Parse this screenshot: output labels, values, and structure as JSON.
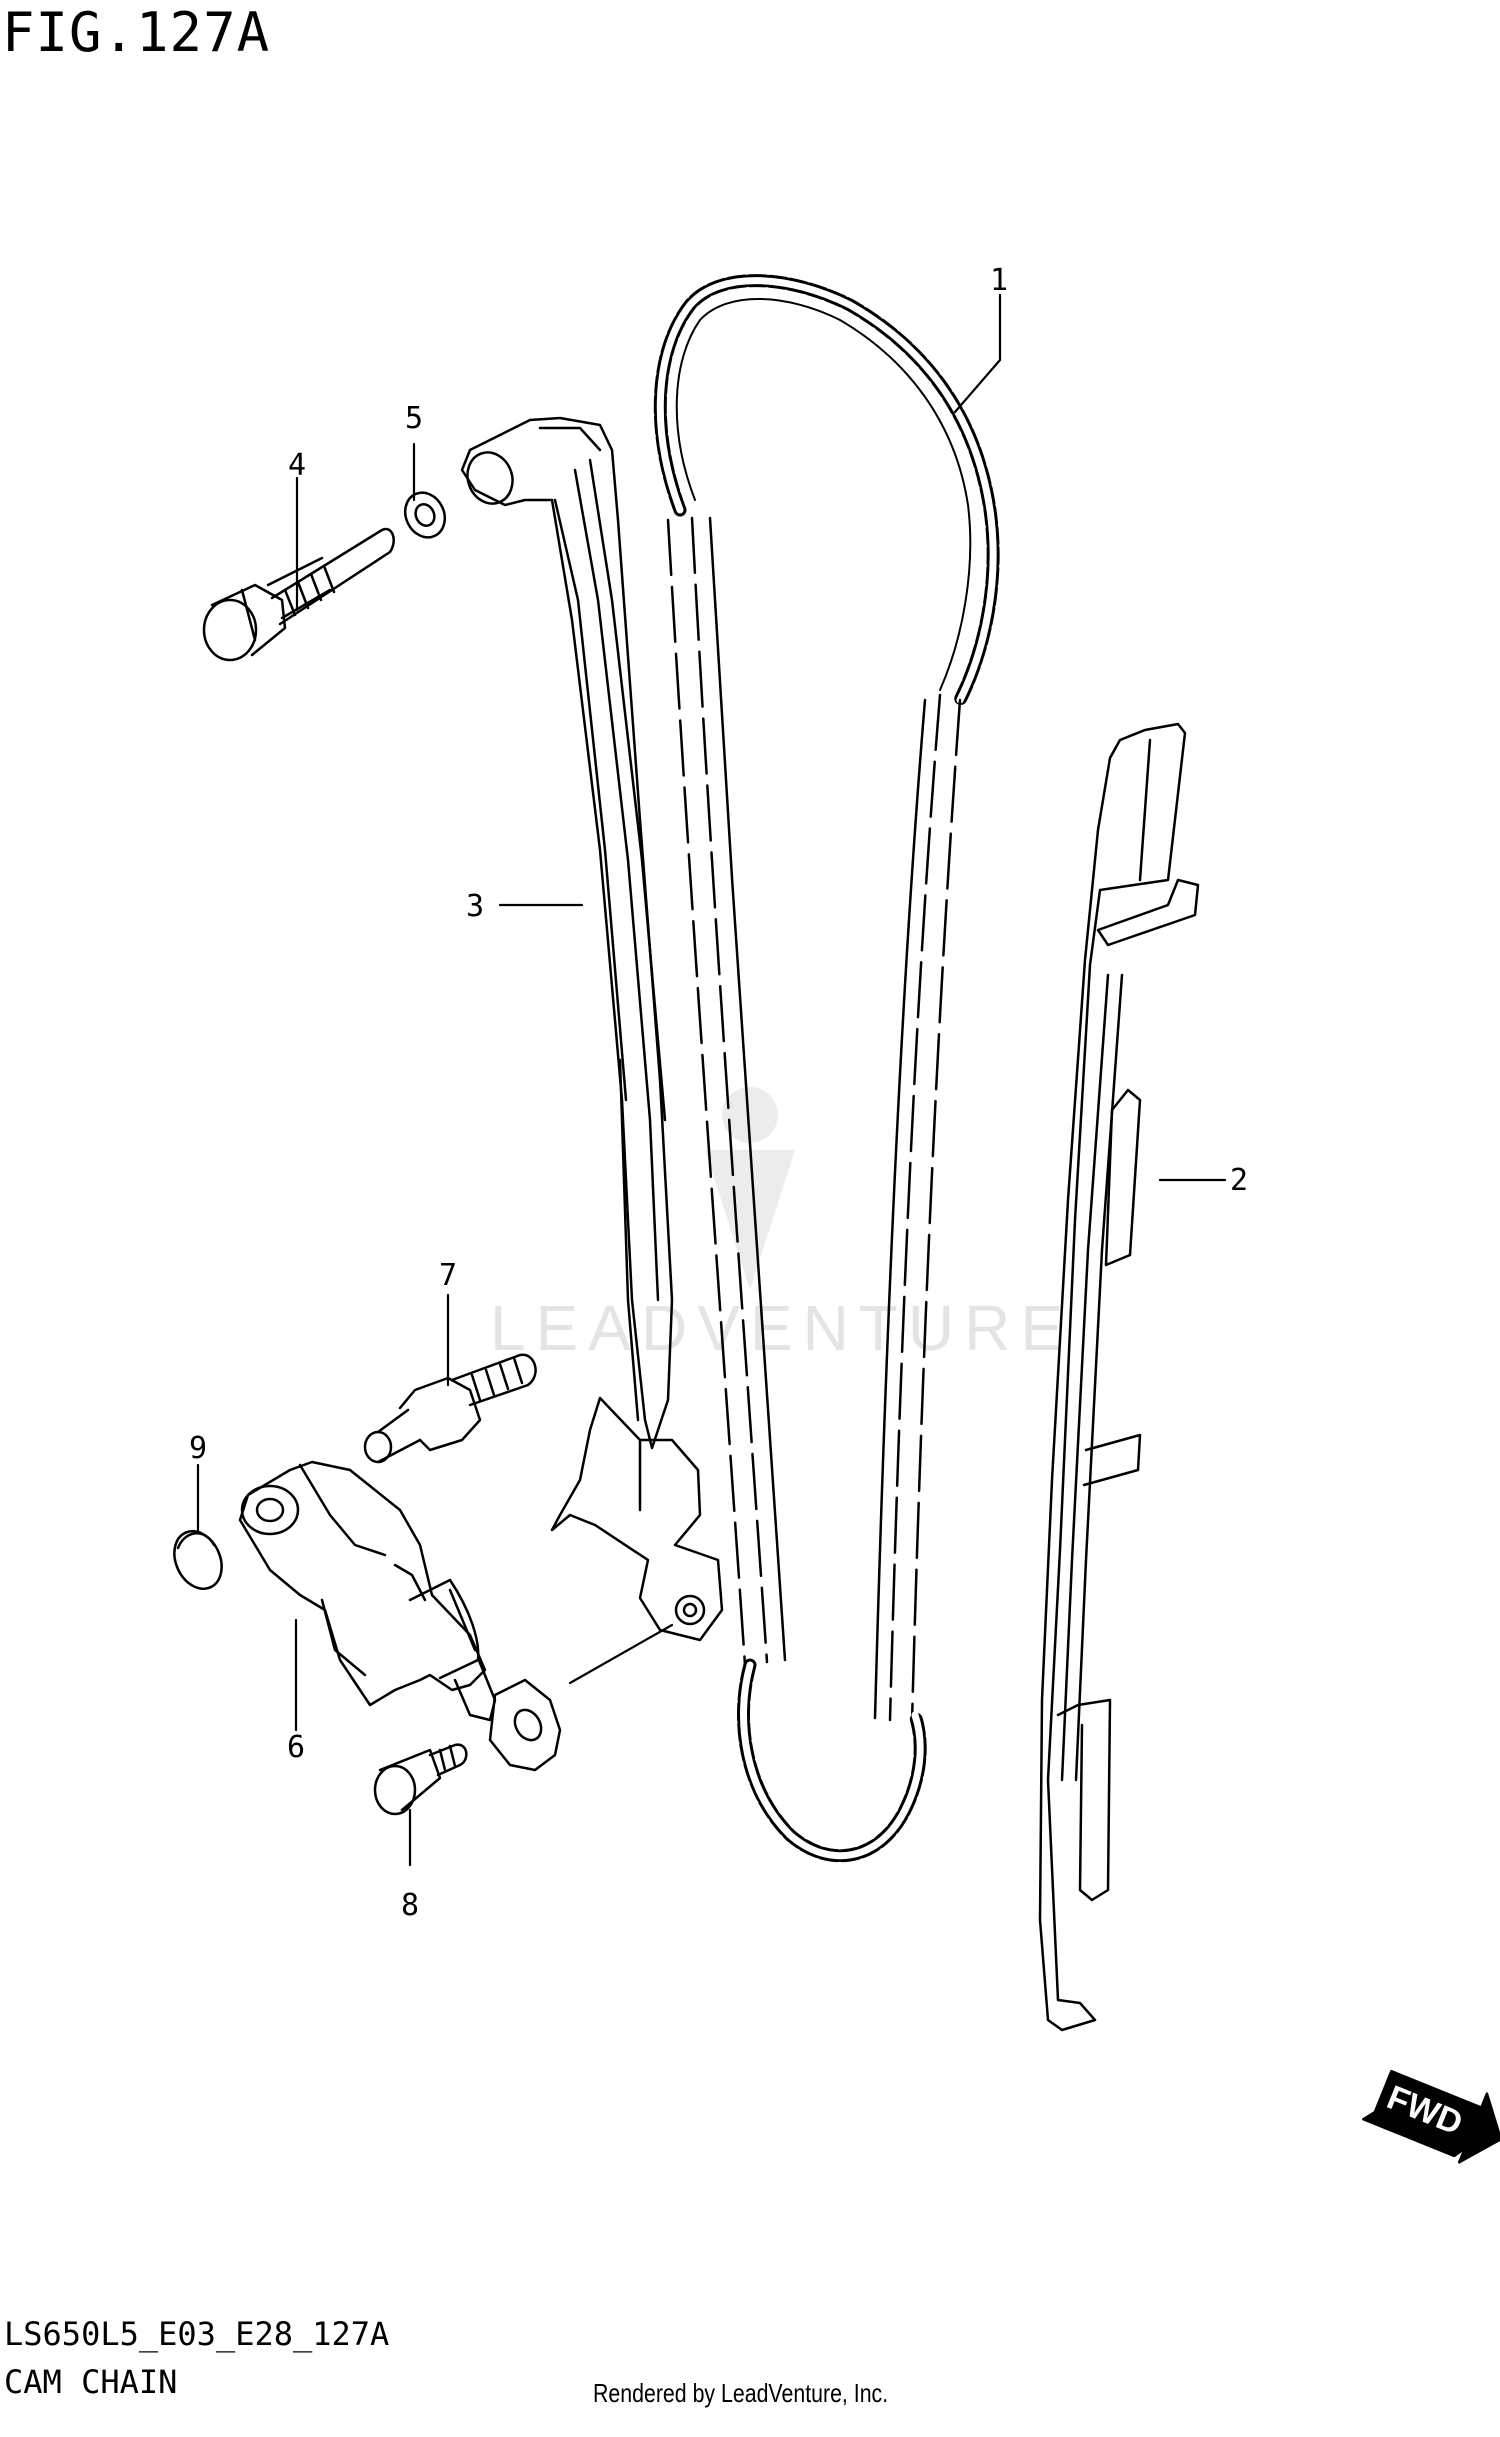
{
  "figure": {
    "title": "FIG.127A",
    "diagram_id": "LS650L5_E03_E28_127A",
    "section_name": "CAM CHAIN",
    "credit": "Rendered by LeadVenture, Inc."
  },
  "watermark": {
    "text": "LEADVENTURE"
  },
  "direction_badge": {
    "label": "FWD"
  },
  "callouts": [
    {
      "number": "1",
      "part": "cam chain"
    },
    {
      "number": "2",
      "part": "front chain guide"
    },
    {
      "number": "3",
      "part": "tensioner adjuster arm"
    },
    {
      "number": "4",
      "part": "bolt"
    },
    {
      "number": "5",
      "part": "washer"
    },
    {
      "number": "6",
      "part": "tensioner adjuster"
    },
    {
      "number": "7",
      "part": "stud bolt"
    },
    {
      "number": "8",
      "part": "bolt"
    },
    {
      "number": "9",
      "part": "circlip"
    }
  ]
}
